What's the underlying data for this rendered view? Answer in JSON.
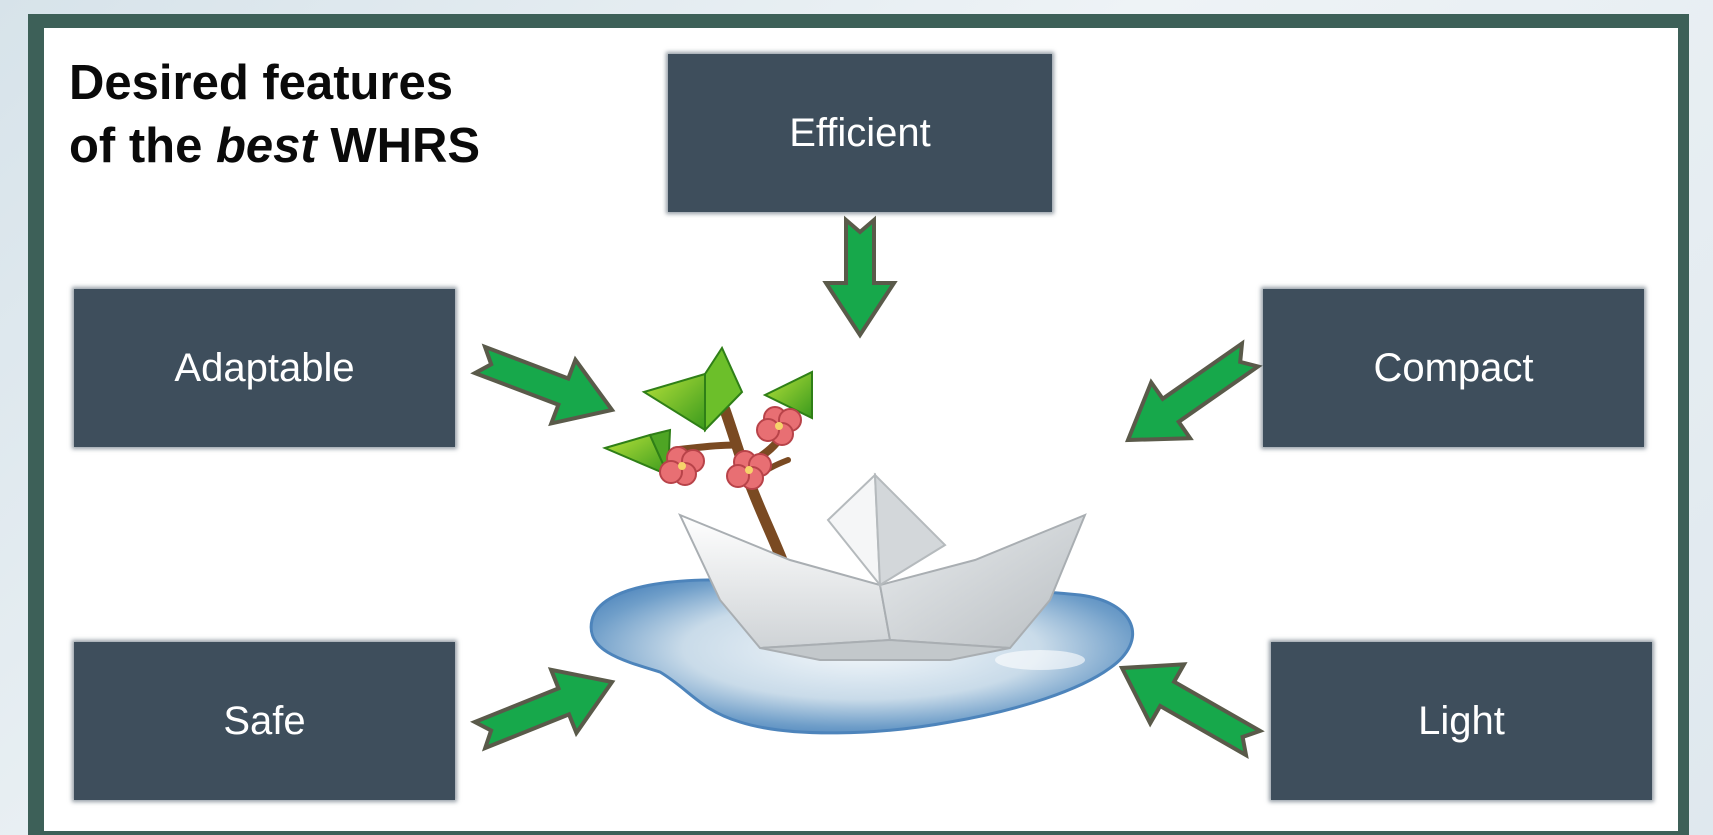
{
  "title": {
    "line1": "Desired features",
    "line2_prefix": "of  the ",
    "line2_emph": "best",
    "line2_suffix": "  WHRS"
  },
  "features": {
    "efficient": "Efficient",
    "adaptable": "Adaptable",
    "compact": "Compact",
    "safe": "Safe",
    "light": "Light"
  },
  "colors": {
    "frame": "#3d6058",
    "box": "#3e4e5c",
    "arrow_fill": "#17a84b",
    "arrow_stroke": "#5a5a4a"
  },
  "illustration": "paper-boat-with-blossom-branch-in-puddle"
}
